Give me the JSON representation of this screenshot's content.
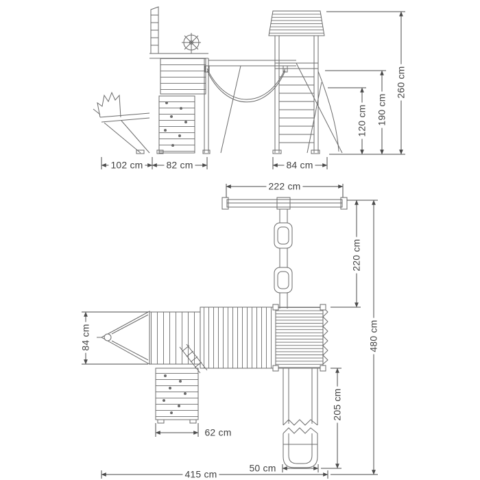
{
  "page": {
    "background": "#ffffff"
  },
  "diagram": {
    "type": "technical-drawing",
    "views": [
      "side-view",
      "top-view"
    ],
    "line_color": "#6a6a6a",
    "dimension_color": "#4a4a4a",
    "side_view": {
      "boat_width": "102 cm",
      "climbing_frame_width": "82 cm",
      "tower_width": "84 cm",
      "platform_height": "120 cm",
      "beam_height": "190 cm",
      "total_height": "260 cm"
    },
    "top_view": {
      "swing_beam_width": "222 cm",
      "swing_depth": "220 cm",
      "boat_depth": "84 cm",
      "climbing_wall_width": "62 cm",
      "slide_length": "205 cm",
      "total_depth": "480 cm",
      "slide_width": "50 cm",
      "total_width": "415 cm"
    }
  }
}
